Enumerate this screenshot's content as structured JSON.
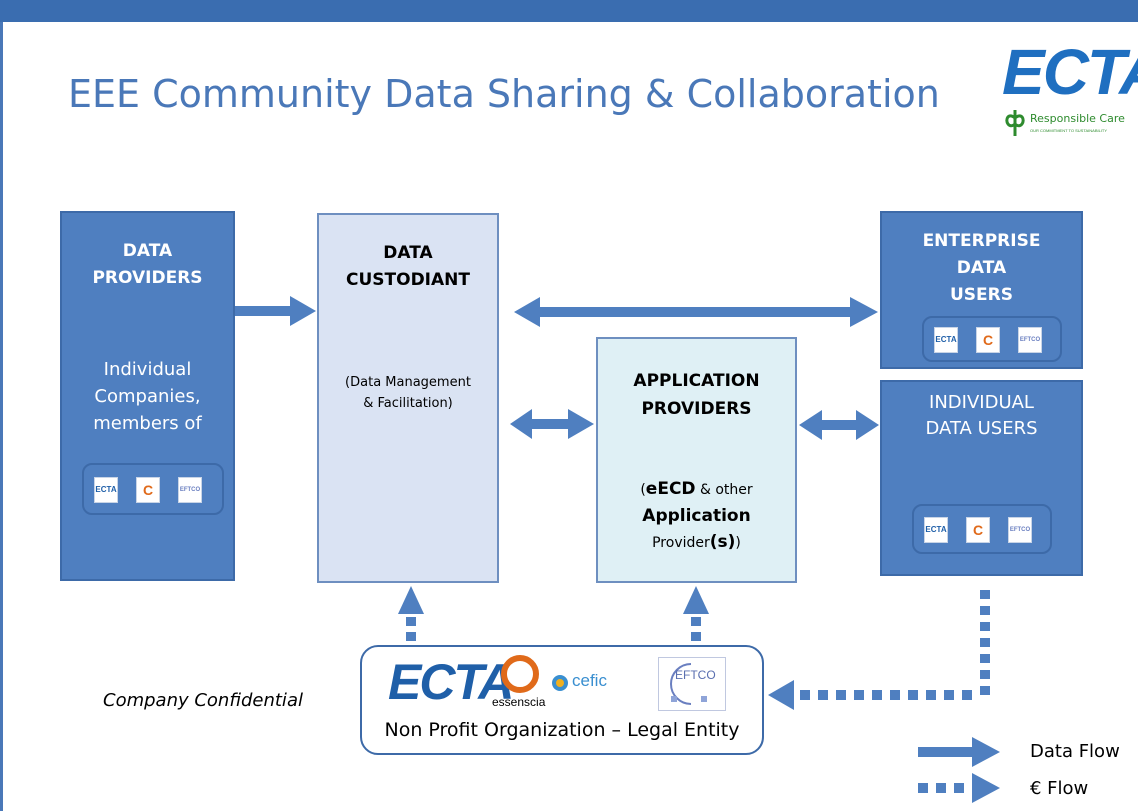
{
  "title": "EEE Community Data Sharing & Collaboration",
  "logo": {
    "brand": "ECTA",
    "tagline": "Responsible Care",
    "subtagline": "OUR COMMITMENT TO SUSTAINABILITY"
  },
  "colors": {
    "accent": "#4a78b8",
    "box_dark": "#4f7fc0",
    "box_light": "#dae3f3",
    "arrow": "#4f7fc0"
  },
  "data_providers": {
    "title_line1": "DATA",
    "title_line2": "PROVIDERS",
    "desc_line1": "Individual",
    "desc_line2": "Companies,",
    "desc_line3": "members of",
    "logos": [
      "ECTA",
      "essenscia",
      "EFTCO"
    ]
  },
  "data_custodian": {
    "title_line1": "DATA",
    "title_line2": "CUSTODIANT",
    "desc_line1": "(Data Management",
    "desc_line2": "& Facilitation)"
  },
  "application_providers": {
    "title_line1": "APPLICATION",
    "title_line2": "PROVIDERS",
    "desc_open": "(",
    "desc_bold1": "eECD",
    "desc_mid": " & other",
    "desc_bold2": "Application",
    "desc_provider": "Provider",
    "desc_s": "(s)",
    "desc_close": ")"
  },
  "enterprise_users": {
    "title_line1": "ENTERPRISE",
    "title_line2": "DATA",
    "title_line3": "USERS",
    "logos": [
      "ECTA",
      "essenscia",
      "EFTCO"
    ]
  },
  "individual_users": {
    "title_line1": "INDIVIDUAL",
    "title_line2": "DATA USERS",
    "logos": [
      "ECTA",
      "essenscia",
      "EFTCO"
    ]
  },
  "npo": {
    "label": "Non Profit Organization – Legal  Entity",
    "logos": {
      "ecta": "ECTA",
      "essenscia": "essenscia",
      "cefic": "cefic",
      "eftco": "EFTCO"
    }
  },
  "confidential": "Company Confidential",
  "legend": {
    "data_flow": "Data Flow",
    "euro_flow": "€ Flow"
  }
}
